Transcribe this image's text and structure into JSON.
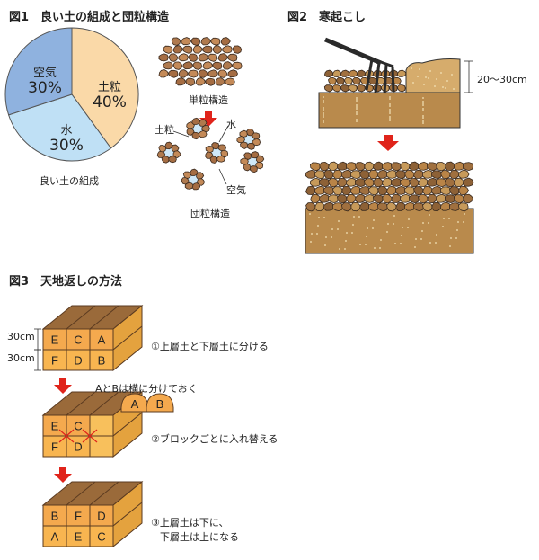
{
  "figure1": {
    "title": "図1　良い土の組成と団粒構造",
    "chart_data": {
      "type": "pie",
      "title": "良い土の組成",
      "slices": [
        {
          "name": "土粒",
          "value": 40,
          "label": "40%",
          "color": "#fad9a8"
        },
        {
          "name": "水",
          "value": 30,
          "label": "30%",
          "color": "#bfe0f5"
        },
        {
          "name": "空気",
          "value": 30,
          "label": "30%",
          "color": "#8fb2df"
        }
      ]
    },
    "single_grain_label": "単粒構造",
    "aggregate_label": "団粒構造",
    "callout_soil": "土粒",
    "callout_water": "水",
    "callout_air": "空気"
  },
  "figure2": {
    "title": "図2　寒起こし",
    "depth_label": "20〜30cm"
  },
  "figure3": {
    "title": "図3　天地返しの方法",
    "layer_top": "30cm",
    "layer_bottom": "30cm",
    "block1_top": [
      "E",
      "C",
      "A"
    ],
    "block1_bottom": [
      "F",
      "D",
      "B"
    ],
    "step1": "①上層土と下層土に分ける",
    "set_aside_note": "AとBは横に分けておく",
    "set_aside_blocks": [
      "A",
      "B"
    ],
    "block2_top": [
      "E",
      "C"
    ],
    "block2_bottom": [
      "F",
      "D"
    ],
    "step2": "②ブロックごとに入れ替える",
    "block3_top": [
      "B",
      "F",
      "D"
    ],
    "block3_bottom": [
      "A",
      "E",
      "C"
    ],
    "step3_line1": "③上層土は下に、",
    "step3_line2": "下層土は上になる"
  },
  "colors": {
    "soil_dark": "#7a5232",
    "soil_light": "#c79a5a",
    "arrow_red": "#e0241b",
    "block_orange": "#f4a94e",
    "block_lower": "#f8c05c"
  }
}
